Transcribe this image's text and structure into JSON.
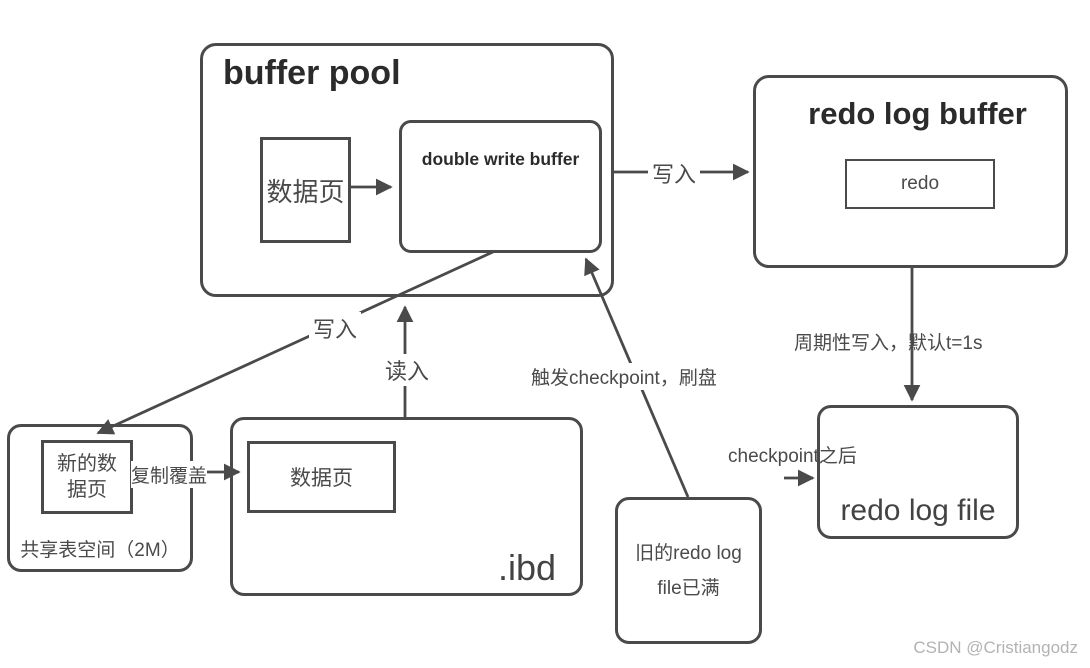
{
  "colors": {
    "background": "#ffffff",
    "stroke": "#4a4a4a",
    "title_text": "#2b2b2b",
    "body_text": "#4a4a4a",
    "watermark": "#b3b3b3"
  },
  "buffer_pool": {
    "title": "buffer pool",
    "data_page_label": "数据页",
    "double_write_buffer_label": "double write buffer"
  },
  "redo_log_buffer": {
    "title": "redo log buffer",
    "redo_label": "redo"
  },
  "redo_log_file": {
    "title": "redo log file"
  },
  "ibd": {
    "data_page_label": "数据页",
    "title": ".ibd"
  },
  "shared_tablespace": {
    "new_data_page_line1": "新的数",
    "new_data_page_line2": "据页",
    "caption": "共享表空间（2M）"
  },
  "old_redo_log": {
    "line1": "旧的redo log",
    "line2": "file已满"
  },
  "arrow_labels": {
    "write_to_redo_buffer": "写入",
    "periodic_write": "周期性写入，默认t=1s",
    "after_checkpoint": "checkpoint之后",
    "write_back": "写入",
    "read_in": "读入",
    "trigger_checkpoint": "触发checkpoint，刷盘",
    "copy_overwrite": "复制覆盖"
  },
  "watermark": "CSDN @Cristiangodz"
}
